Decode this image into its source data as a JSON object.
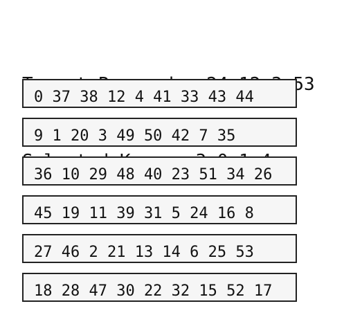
{
  "header": {
    "target_label": "Target Passcode:",
    "target_value": "24 12 3 53",
    "selected_label": "Selected Keys:",
    "selected_value": "3 0 1 4"
  },
  "keys": [
    "0 37 38 12 4 41 33 43 44",
    "9 1 20 3 49 50 42 7 35",
    "36 10 29 48 40 23 51 34 26",
    "45 19 11 39 31 5 24 16 8",
    "27 46 2 21 13 14 6 25 53",
    "18 28 47 30 22 32 15 52 17"
  ]
}
